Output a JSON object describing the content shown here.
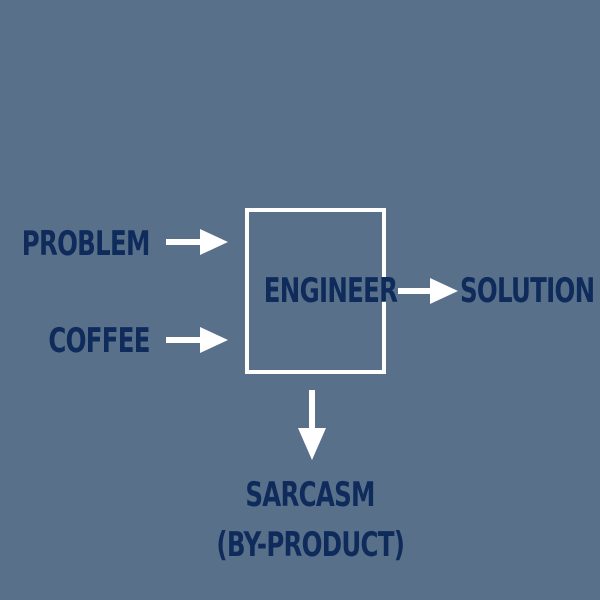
{
  "diagram": {
    "inputs": [
      {
        "label": "PROBLEM"
      },
      {
        "label": "COFFEE"
      }
    ],
    "process": {
      "label": "ENGINEER"
    },
    "output": {
      "label": "SOLUTION"
    },
    "byproduct": {
      "label": "SARCASM",
      "sublabel": "(BY-PRODUCT)"
    }
  },
  "colors": {
    "background": "#587089",
    "text": "#0f2b5c",
    "box_and_arrows": "#ffffff"
  }
}
